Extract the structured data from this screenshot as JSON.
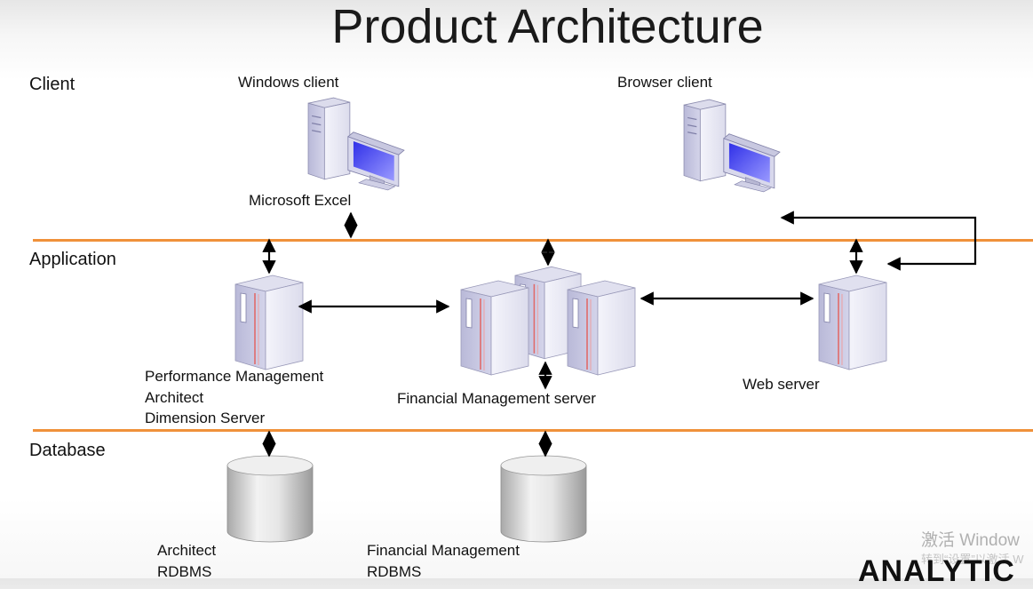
{
  "title": "Product Architecture",
  "layers": {
    "client": "Client",
    "application": "Application",
    "database": "Database"
  },
  "nodes": {
    "windows_client": "Windows client",
    "microsoft_excel": "Microsoft Excel",
    "browser_client": "Browser client",
    "pma_server": [
      "Performance Management",
      "Architect",
      "Dimension Server"
    ],
    "fm_server": "Financial Management server",
    "web_server": "Web server",
    "architect_rdbms": [
      "Architect",
      "RDBMS"
    ],
    "fm_rdbms": [
      "Financial Management",
      "RDBMS"
    ]
  },
  "watermark": {
    "line1": "激活 Window",
    "line2": "转到“设置”以激活 W"
  },
  "logo_text": "ANALYTIC"
}
